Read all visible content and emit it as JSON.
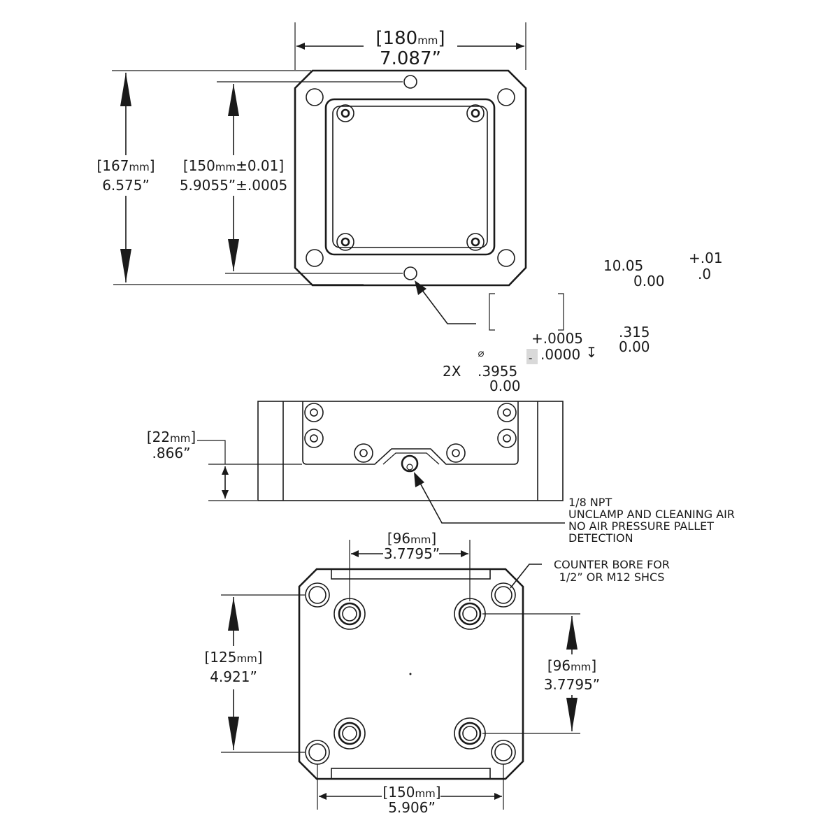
{
  "top_view": {
    "width_bracket": "[180",
    "width_unit": "mm",
    "width_close": "]",
    "width_inch": "7.087”",
    "height_bracket": "[167",
    "height_unit": "mm",
    "height_close": "]",
    "height_inch": "6.575”",
    "pin_bracket": "[150",
    "pin_unit": "mm",
    "pin_tol": "±0.01]",
    "pin_inch": "5.9055”±.0005"
  },
  "tolerance_callout": {
    "depth_mm": "10.05",
    "depth_mm_plus": "+.01",
    "depth_mm_zero": "0.00",
    "depth_mm_minus": ".0",
    "depth_in": ".315",
    "depth_in_zero": "0.00",
    "hole_plus": "+.0005",
    "hole_minus": ".0000",
    "minus_box": "-",
    "diameter_symbol": "⌀",
    "count": "2X",
    "hole_dia": ".3955",
    "hole_zero": "0.00",
    "depth_symbol": "↧"
  },
  "side_view": {
    "height_bracket": "[22",
    "height_unit": "mm",
    "height_close": "]",
    "height_inch": ".866”",
    "note_line1": "1/8 NPT",
    "note_line2": "UNCLAMP AND CLEANING AIR",
    "note_line3": "NO AIR PRESSURE PALLET",
    "note_line4": "DETECTION"
  },
  "bottom_view": {
    "top_bracket": "[96",
    "top_unit": "mm",
    "top_close": "]",
    "top_inch": "3.7795”",
    "counterbore_line1": "COUNTER BORE FOR",
    "counterbore_line2": "1/2” OR M12 SHCS",
    "left_bracket": "[125",
    "left_unit": "mm",
    "left_close": "]",
    "left_inch": "4.921”",
    "right_bracket": "[96",
    "right_unit": "mm",
    "right_close": "]",
    "right_inch": "3.7795”",
    "bottom_bracket": "[150",
    "bottom_unit": "mm",
    "bottom_close": "]",
    "bottom_inch": "5.906”"
  }
}
